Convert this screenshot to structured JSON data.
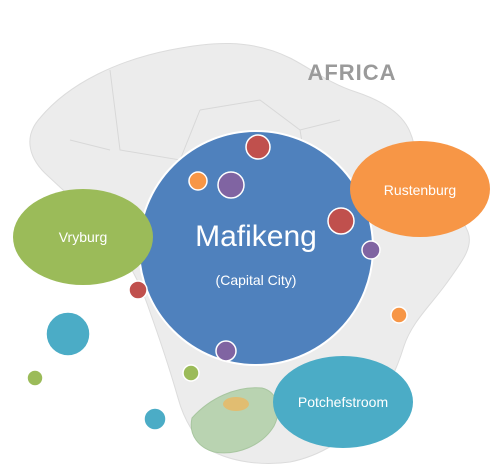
{
  "map_label": "AFRICA",
  "center_node": {
    "title": "Mafikeng",
    "subtitle": "(Capital City)"
  },
  "nodes": {
    "rustenburg": "Rustenburg",
    "vryburg": "Vryburg",
    "potchefstroom": "Potchefstroom"
  },
  "colors": {
    "center": "#4f81bd",
    "rustenburg": "#f79646",
    "vryburg": "#9bbb59",
    "potchefstroom": "#4bacc6",
    "red_dot": "#c0504d",
    "purple_dot": "#8064a2",
    "map_fill": "#ececec",
    "sa_fill": "#b9d3b1"
  }
}
